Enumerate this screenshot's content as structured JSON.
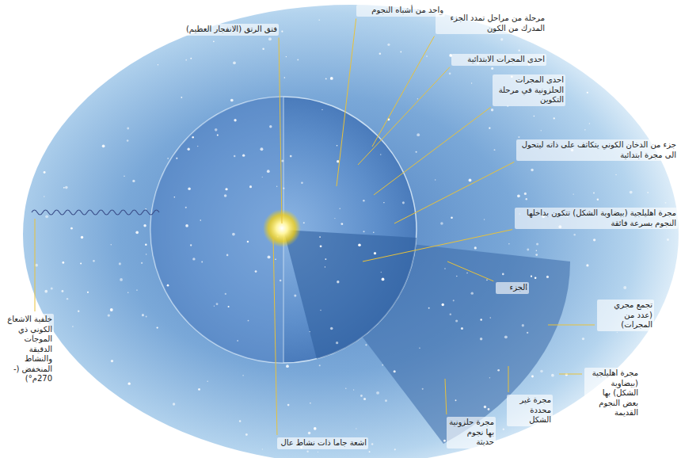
{
  "diagram": {
    "labels": [
      "فتق الرتق (الانفجار العظيم)",
      "واحد من أشباه النجوم",
      "مرحلة من مراحل تمدد الجزء المدرك من الكون",
      "احدى المجرات الابتدائية",
      "احدى المجرات الحلزونية في مرحلة التكوين",
      "جزء من الدخان الكوني يتكاثف على ذاته ليتحول الى مجرة ابتدائية",
      "مجرة اهليلجية (بيضاوية الشكل) تتكون بداخلها النجوم بسرعة فائقة",
      "الجزء",
      "تجمع مجري (عدد من المجرات)",
      "مجرة اهليلجية (بيضاوية الشكل) بها بعض النجوم القديمة",
      "مجرة غير محددة الشكل",
      "مجرة حلزونية بها نجوم حديثة",
      "اشعة جاما ذات نشاط عال",
      "خلفية الاشعاع الكوني ذي الموجات الدقيقة والنشاط المنخفض (- 270م°)"
    ]
  }
}
